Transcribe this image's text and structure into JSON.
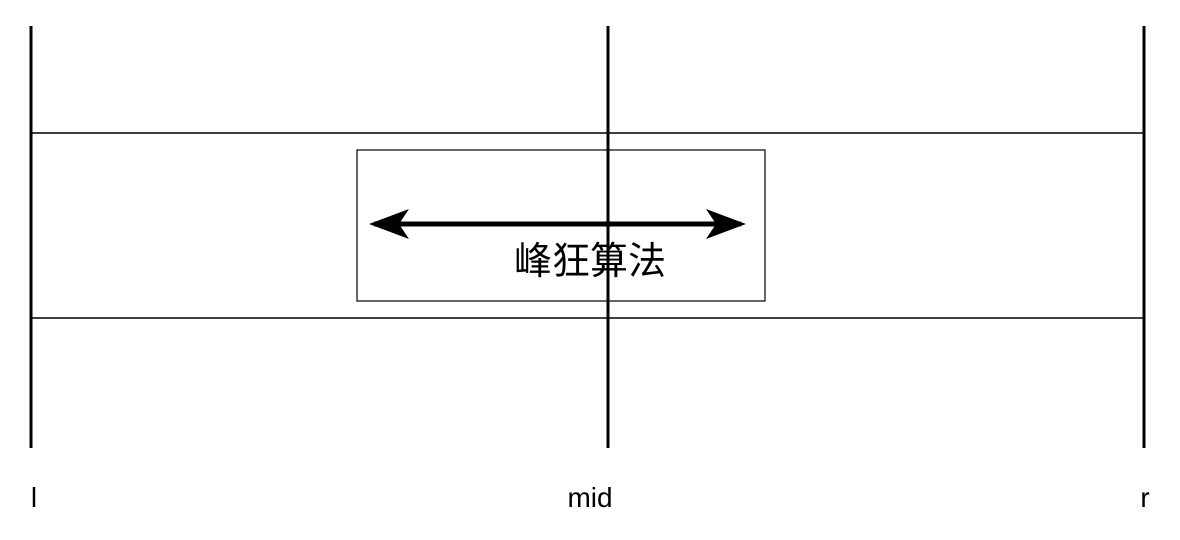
{
  "diagram": {
    "labels": {
      "left": "l",
      "middle": "mid",
      "right": "r"
    },
    "inner_box_text": "峰狂算法"
  },
  "colors": {
    "stroke": "#000000",
    "background": "#ffffff"
  }
}
